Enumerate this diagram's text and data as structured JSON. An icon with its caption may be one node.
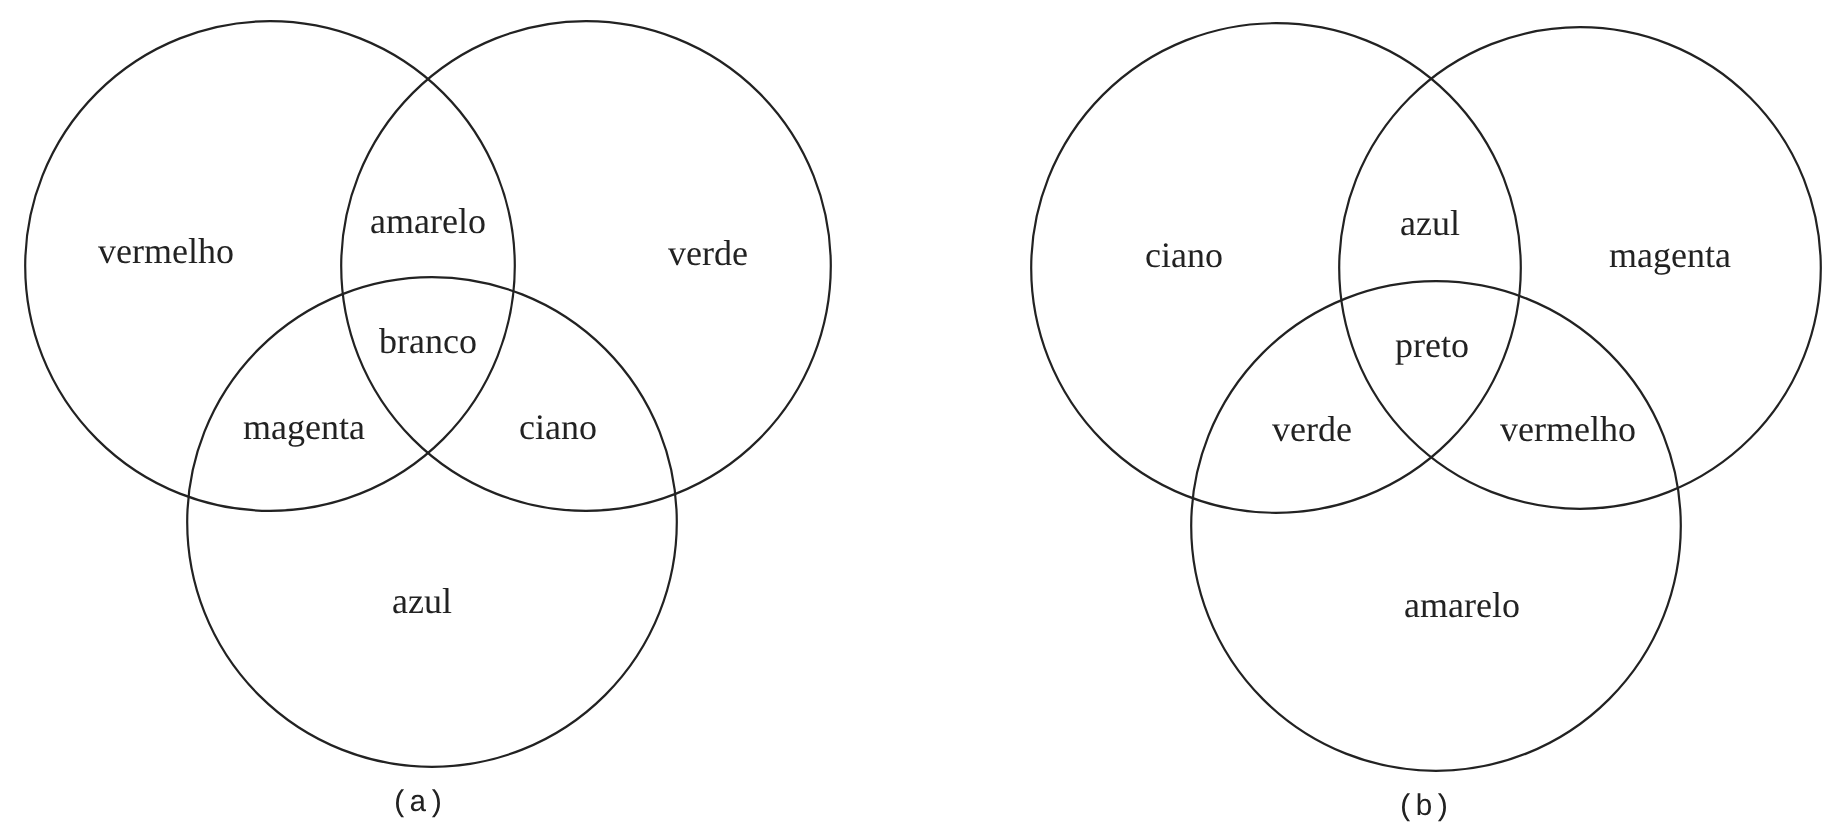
{
  "diagram": {
    "nodes": [
      {
        "text": [
          "vermelho"
        ]
      },
      {
        "text": [
          "verde"
        ]
      },
      {
        "text": [
          "azul"
        ]
      },
      {
        "text": [
          "ciano"
        ]
      },
      {
        "text": [
          "magenta"
        ]
      },
      {
        "text": [
          "amarelo"
        ]
      }
    ],
    "edges": [],
    "labels": [
      "amarelo",
      "branco",
      "magenta",
      "ciano",
      "azul",
      "preto",
      "verde",
      "vermelho",
      "(a)",
      "(b)"
    ]
  }
}
